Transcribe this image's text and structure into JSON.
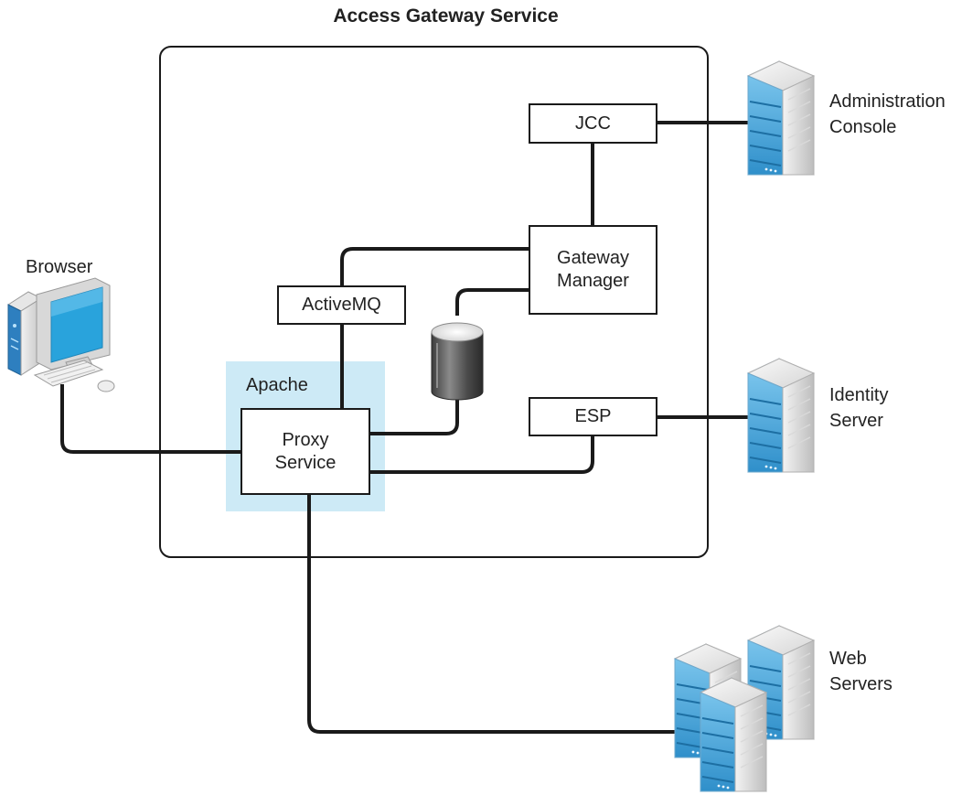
{
  "title": "Access Gateway Service",
  "components": {
    "jcc": "JCC",
    "gateway_manager": [
      "Gateway",
      "Manager"
    ],
    "activemq": "ActiveMQ",
    "apache": "Apache",
    "proxy_service": [
      "Proxy",
      "Service"
    ],
    "esp": "ESP"
  },
  "external": {
    "admin_console": [
      "Administration",
      "Console"
    ],
    "identity_server": [
      "Identity",
      "Server"
    ],
    "browser": "Browser",
    "web_servers": [
      "Web",
      "Servers"
    ]
  },
  "colors": {
    "line": "#1a1a1a",
    "apache_fill": "#cdeaf6",
    "server_blue": "#4aa3d8",
    "monitor_blue": "#29a3dc"
  }
}
